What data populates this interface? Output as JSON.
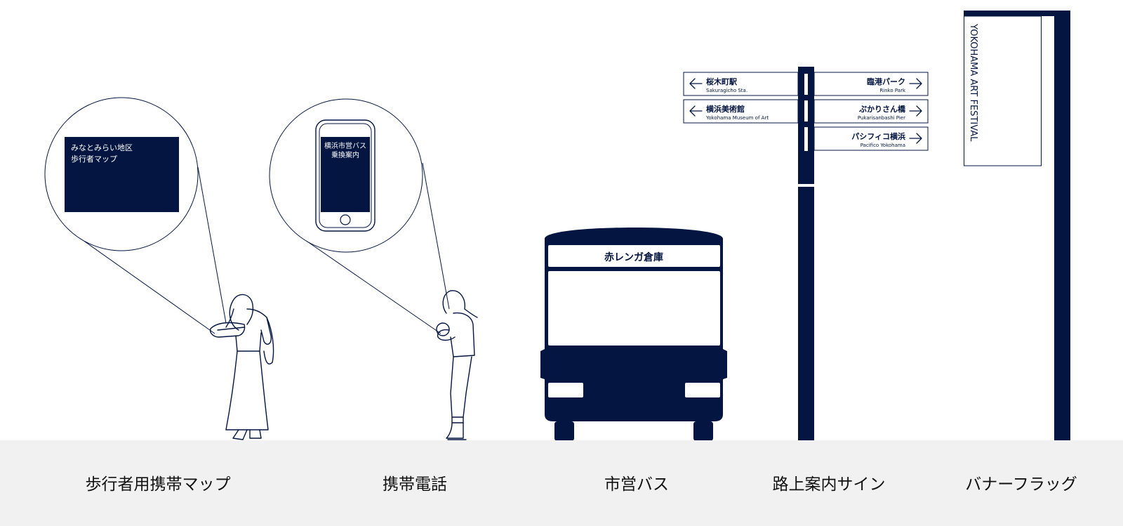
{
  "colors": {
    "navy": "#031540",
    "ground": "#f1f1f1",
    "white": "#ffffff",
    "caption": "#111111"
  },
  "map_label": {
    "line1": "みなとみらい地区",
    "line2": "歩行者マップ"
  },
  "phone_label": {
    "line1": "横浜市営バス",
    "line2": "乗換案内"
  },
  "bus_destination": "赤レンガ倉庫",
  "signs": [
    {
      "ja": "桜木町駅",
      "en": "Sakuragicho Sta.",
      "direction": "left"
    },
    {
      "ja": "横浜美術館",
      "en": "Yokohama Museum of Art",
      "direction": "left"
    },
    {
      "ja": "臨港パーク",
      "en": "Rinko Park",
      "direction": "right"
    },
    {
      "ja": "ぷかりさん橋",
      "en": "Pukarisanbashi Pier",
      "direction": "right"
    },
    {
      "ja": "パシフィコ横浜",
      "en": "Pacifico Yokohama",
      "direction": "right"
    }
  ],
  "banner_text": "YOKOHAMA ART FESTIVAL",
  "captions": [
    "歩行者用携帯マップ",
    "携帯電話",
    "市営バス",
    "路上案内サイン",
    "バナーフラッグ"
  ],
  "icons": [
    "woman-with-map-icon",
    "woman-with-phone-icon",
    "smartphone-icon",
    "bus-icon",
    "arrow-left-icon",
    "arrow-right-icon"
  ]
}
